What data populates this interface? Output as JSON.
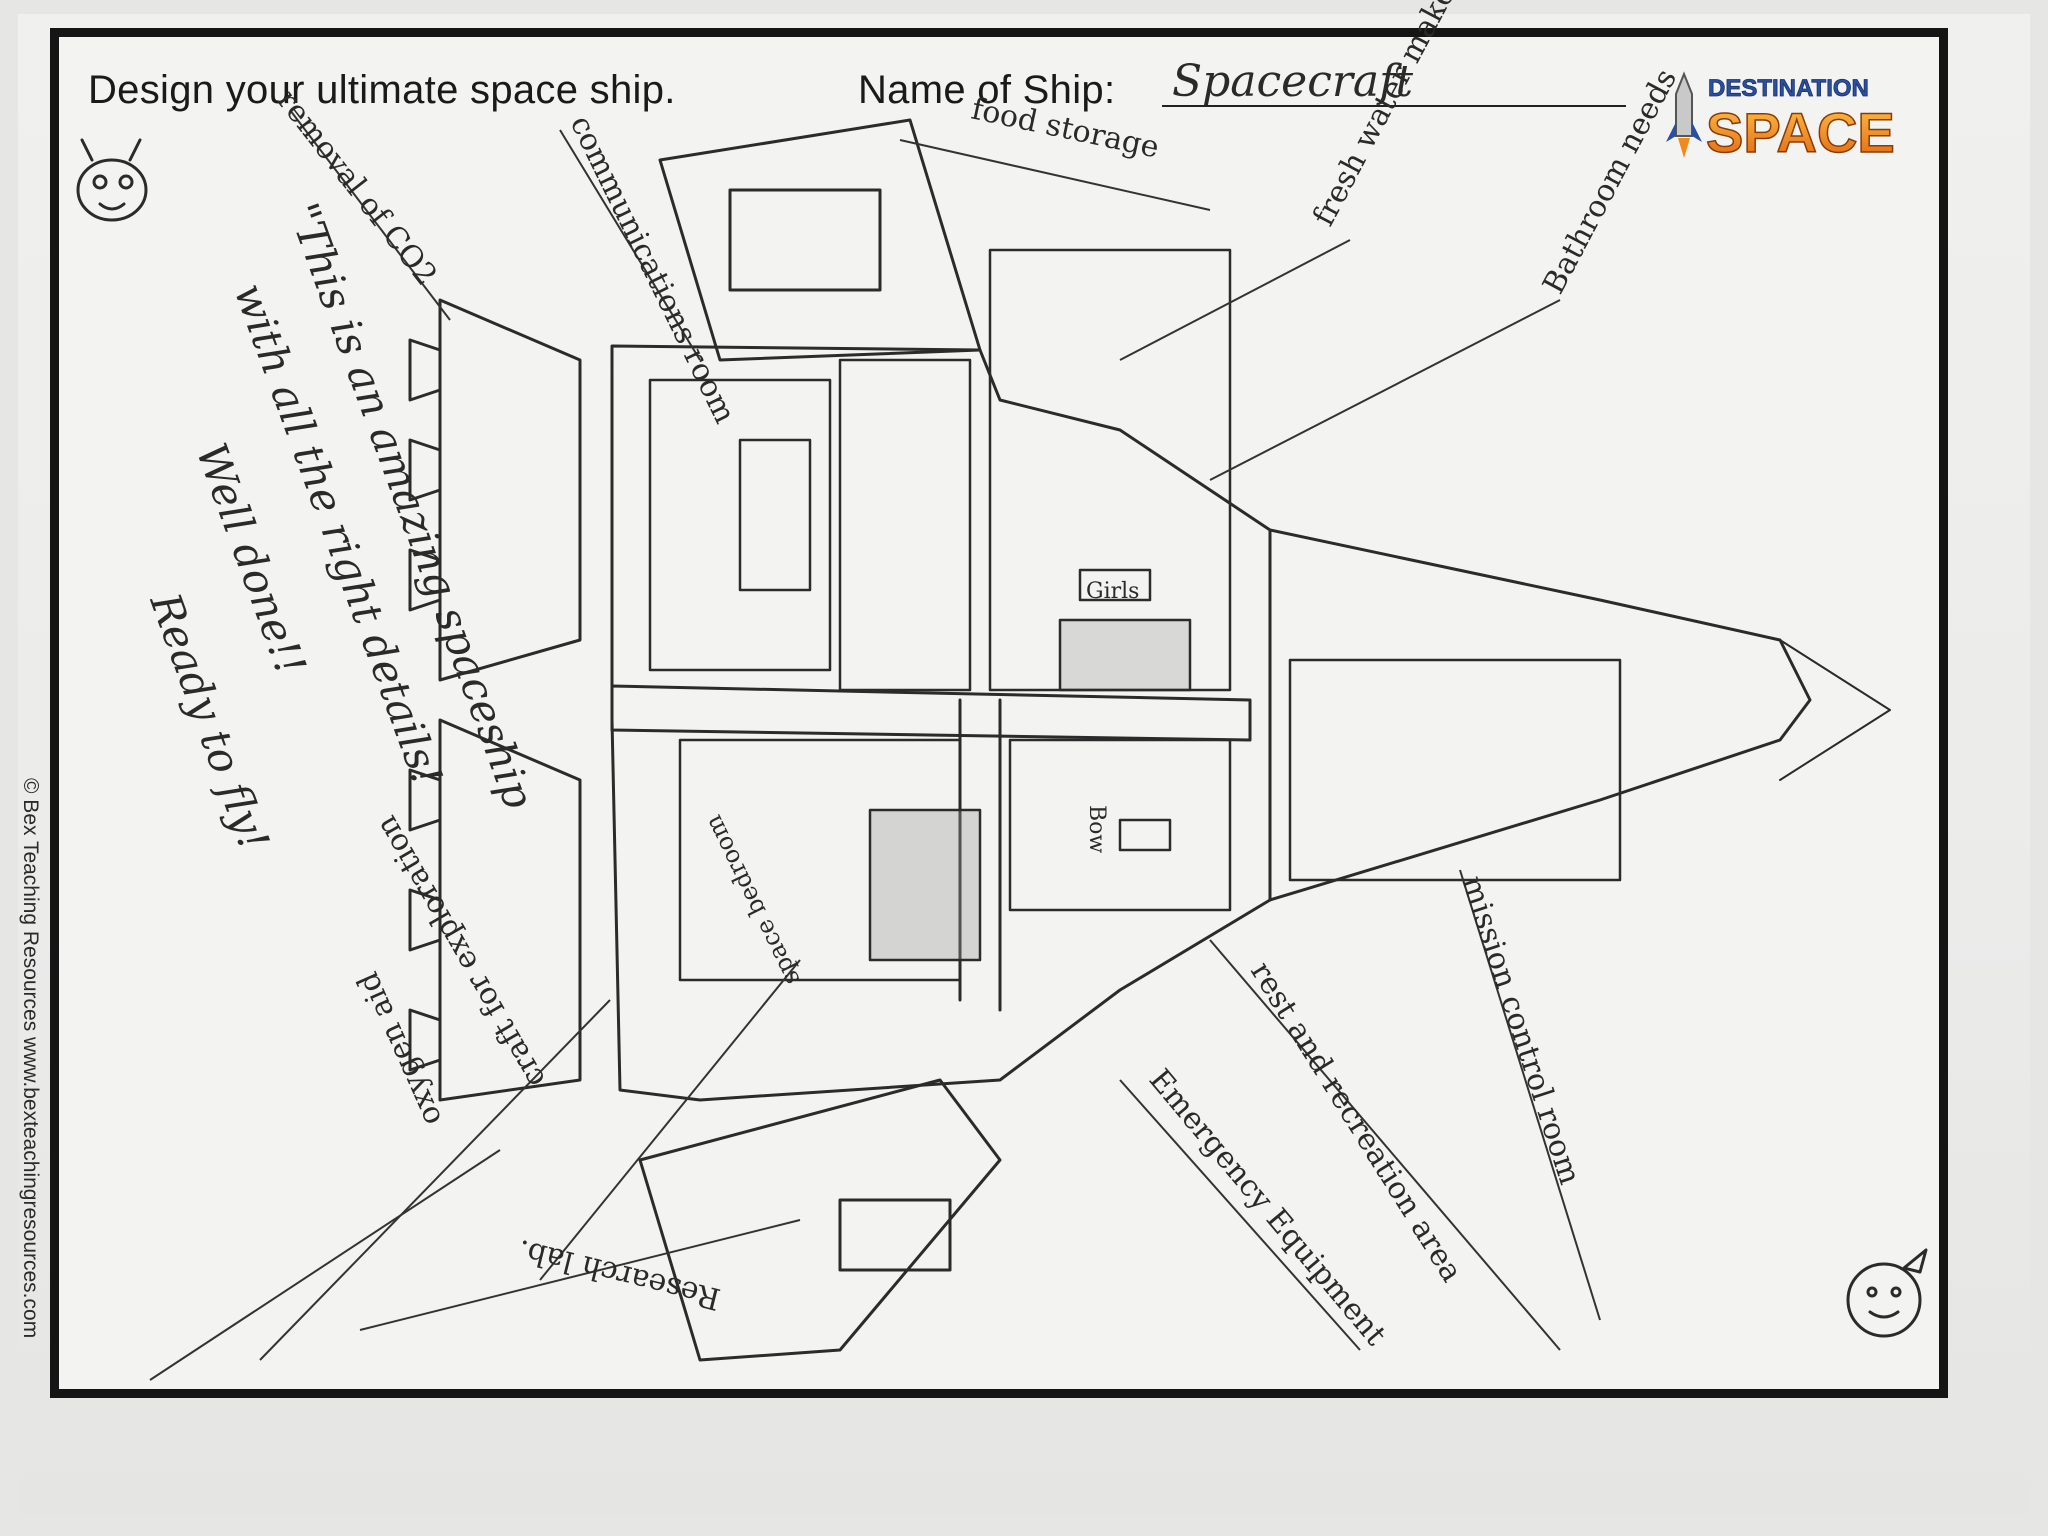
{
  "worksheet": {
    "prompt": "Design your ultimate space ship.",
    "name_label": "Name of Ship:",
    "ship_name": "Spacecraft",
    "logo_top": "DESTINATION",
    "logo_bottom": "SPACE",
    "copyright": "© Bex Teaching Resources www.bexteachingresources.com"
  },
  "labels": {
    "co2": "removal of CO2",
    "comms": "communications room",
    "food": "food storage",
    "water": "fresh water maker",
    "bathroom": "Bathroom needs",
    "mission": "mission control room",
    "rest": "rest and recreation area",
    "emergency": "Emergency Equipment",
    "research": "Research lab.",
    "craft": "craft for exploration",
    "oxygen": "oxygen aid",
    "bedroom": "space bedroom",
    "bow": "Bow",
    "girls": "Girls"
  },
  "teacher_comment": {
    "line1": "\"This is an amazing spaceship",
    "line2": "with all the right details!",
    "line3": "Well done!!",
    "line4": "Ready to fly!"
  },
  "colors": {
    "ink": "#2a2a2a",
    "logo_blue": "#2b4fa0",
    "logo_orange": "#f08a1c"
  }
}
